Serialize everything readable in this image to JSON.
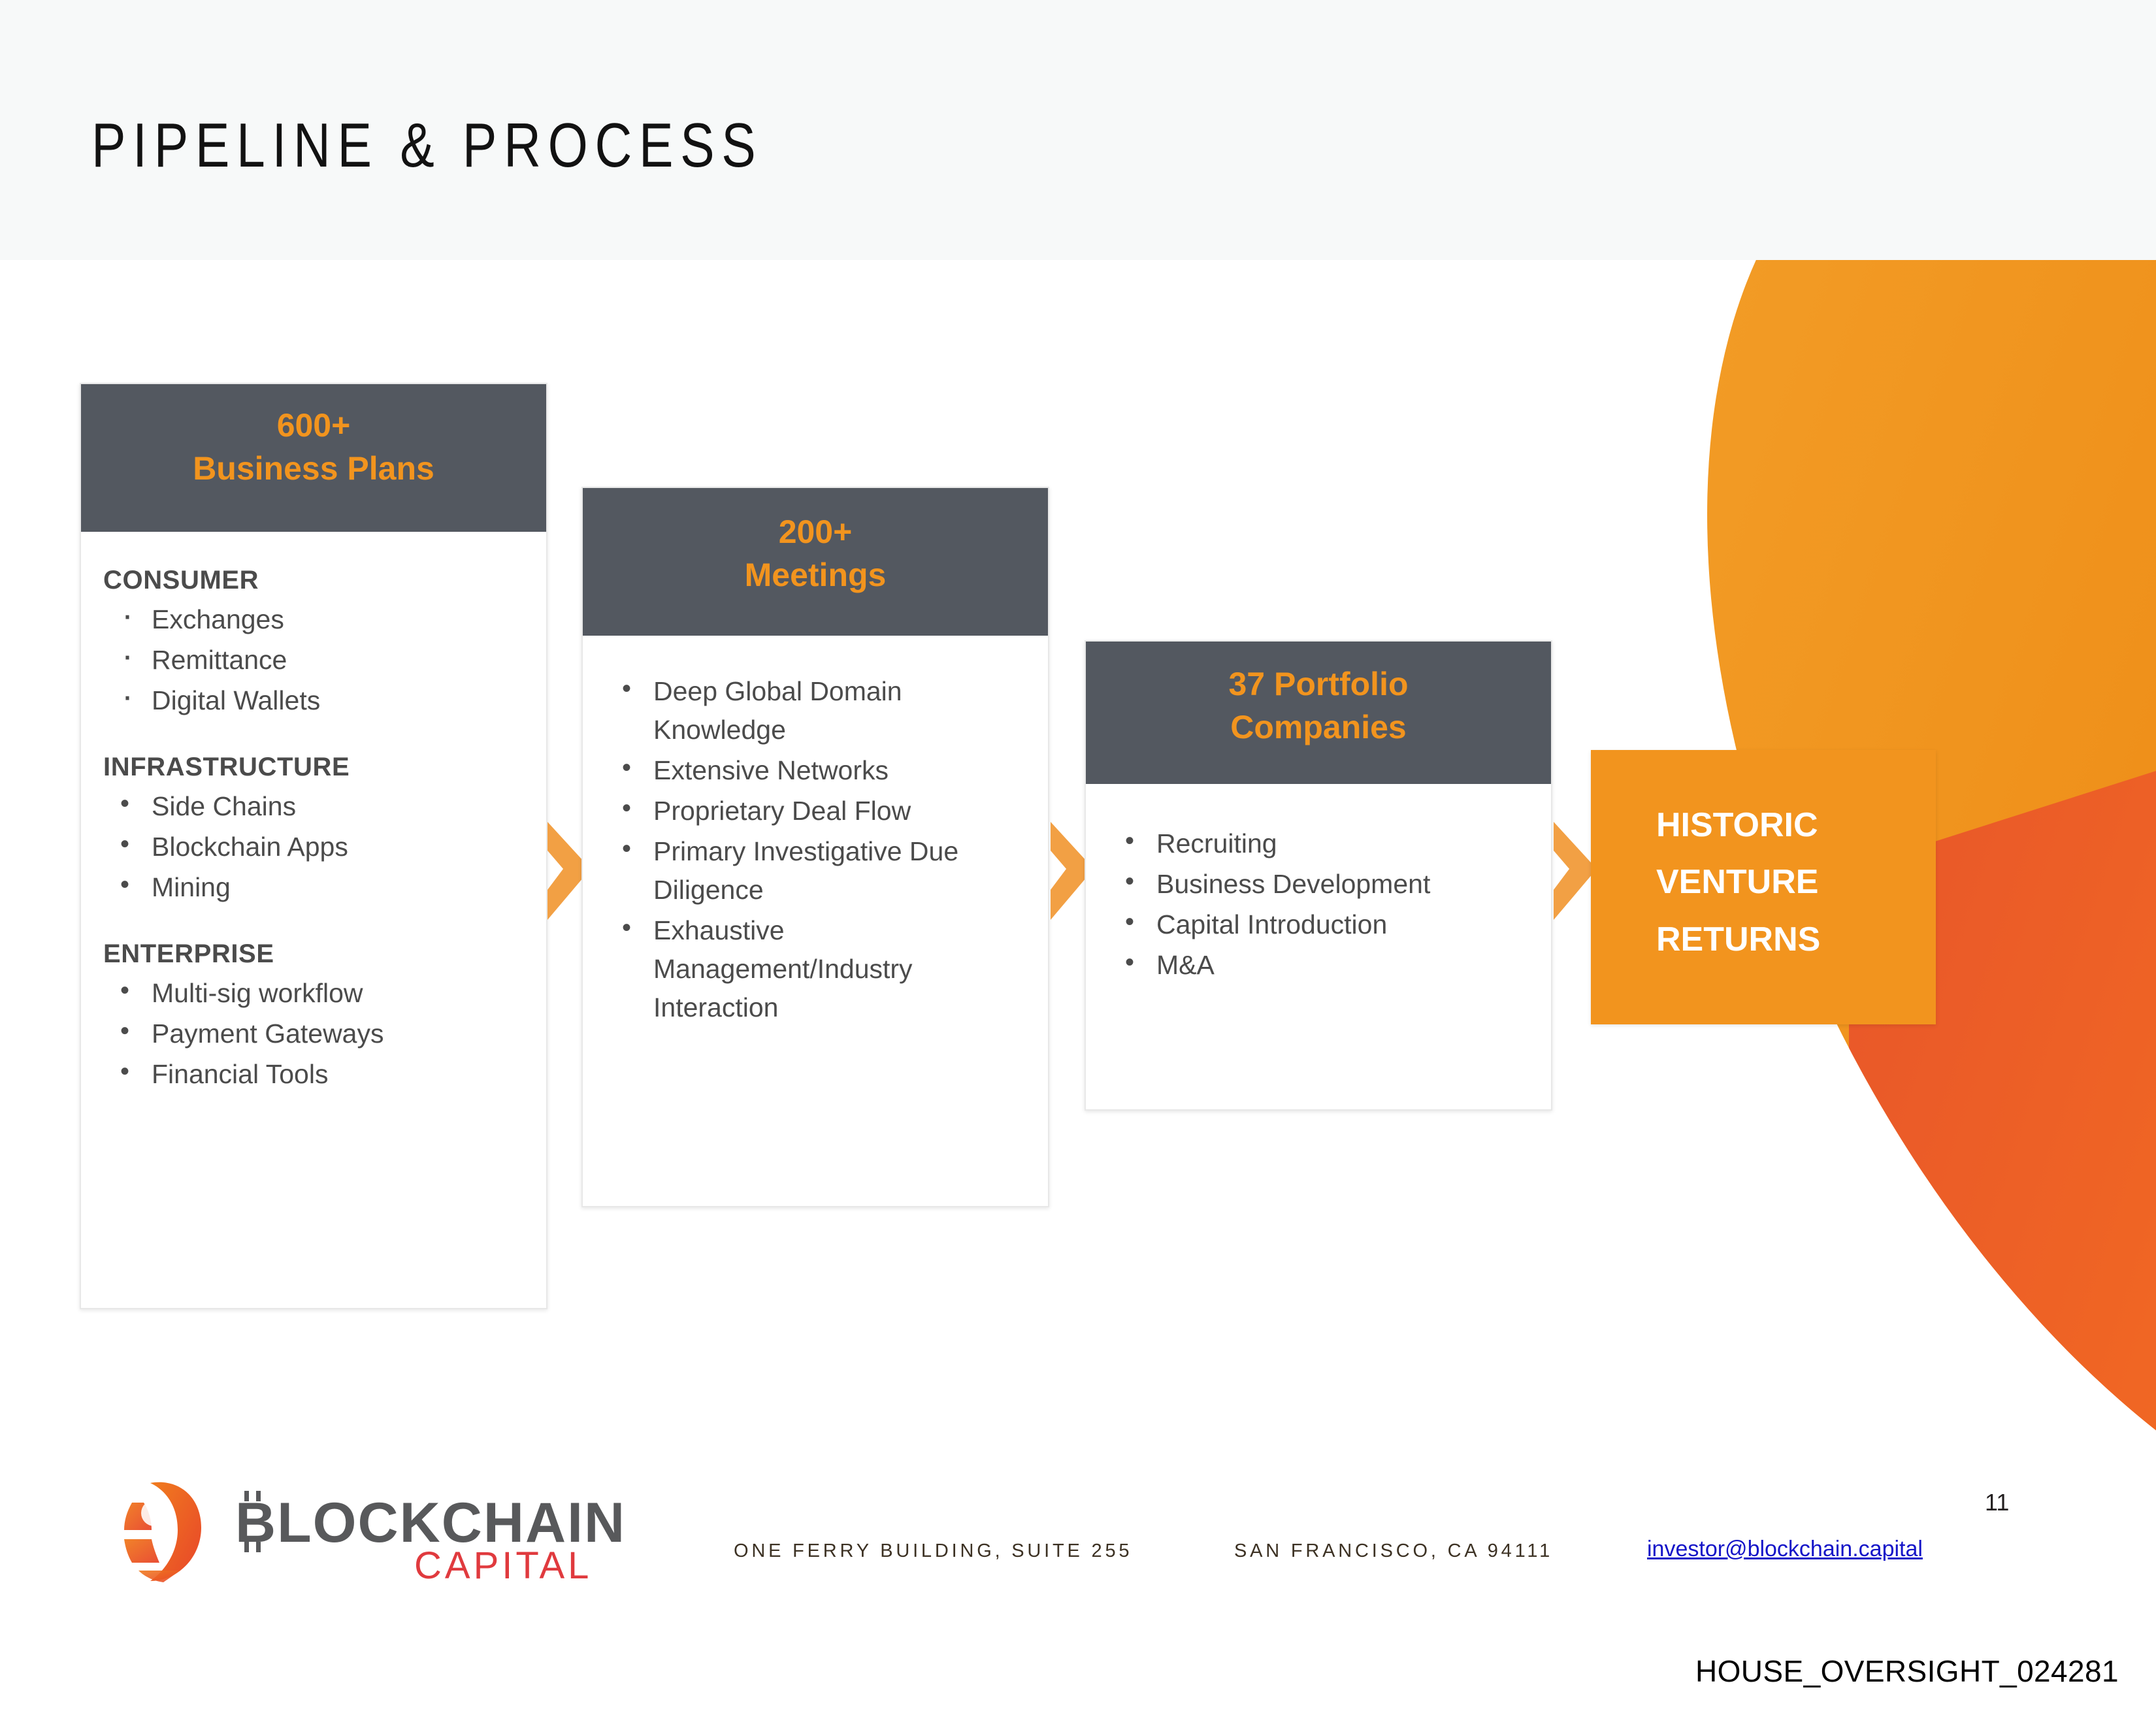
{
  "slide": {
    "title": "PIPELINE & PROCESS",
    "page_number": "11",
    "document_stamp": "HOUSE_OVERSIGHT_024281"
  },
  "colors": {
    "accent_orange": "#F2941E",
    "header_gray": "#535860",
    "band_background": "#F7F9F9",
    "body_text": "#4B4B4B",
    "link_blue": "#1414C8",
    "swoosh_orange": "#F0931E",
    "swoosh_red": "#EE5B26"
  },
  "stages": [
    {
      "id": "business-plans",
      "head_line1": "600+",
      "head_line2": "Business Plans",
      "groups": [
        {
          "title": "CONSUMER",
          "bullet_style": "small-dot",
          "items": [
            "Exchanges",
            "Remittance",
            "Digital Wallets"
          ]
        },
        {
          "title": "INFRASTRUCTURE",
          "bullet_style": "round",
          "items": [
            "Side Chains",
            "Blockchain Apps",
            "Mining"
          ]
        },
        {
          "title": "ENTERPRISE",
          "bullet_style": "round",
          "items": [
            "Multi-sig workflow",
            "Payment Gateways",
            "Financial Tools"
          ]
        }
      ]
    },
    {
      "id": "meetings",
      "head_line1": "200+",
      "head_line2": "Meetings",
      "groups": [
        {
          "title": "",
          "bullet_style": "round",
          "items": [
            "Deep Global Domain Knowledge",
            "Extensive Networks",
            "Proprietary Deal Flow",
            "Primary Investigative Due Diligence",
            "Exhaustive Management/Industry Interaction"
          ]
        }
      ]
    },
    {
      "id": "portfolio-companies",
      "head_line1": "37 Portfolio",
      "head_line2": "Companies",
      "groups": [
        {
          "title": "",
          "bullet_style": "round",
          "items": [
            "Recruiting",
            "Business Development",
            "Capital Introduction",
            "M&A"
          ]
        }
      ]
    }
  ],
  "outcome": {
    "line1": "HISTORIC",
    "line2": "VENTURE",
    "line3": "RETURNS"
  },
  "footer": {
    "logo_primary": "BLOCKCHAIN",
    "logo_secondary": "CAPITAL",
    "address_line1": "ONE FERRY BUILDING, SUITE 255",
    "address_line2": "SAN FRANCISCO, CA 94111",
    "email": "investor@blockchain.capital"
  }
}
